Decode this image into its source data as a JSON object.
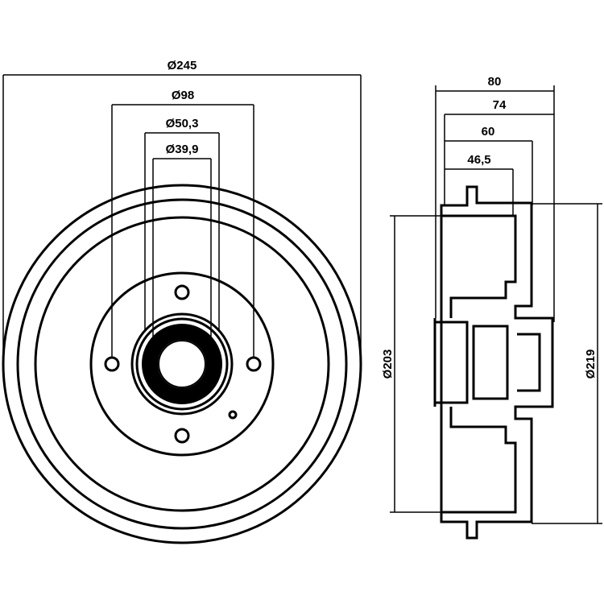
{
  "front_view": {
    "dims": {
      "outer_diameter": "Ø245",
      "bolt_circle": "Ø98",
      "centering_diameter": "Ø50,3",
      "bore_diameter": "Ø39,9"
    }
  },
  "side_view": {
    "dims": {
      "total_height": "80",
      "height_74": "74",
      "height_60": "60",
      "height_46_5": "46,5",
      "inner_drum_diameter": "Ø203",
      "outer_drum_diameter": "Ø219"
    }
  }
}
